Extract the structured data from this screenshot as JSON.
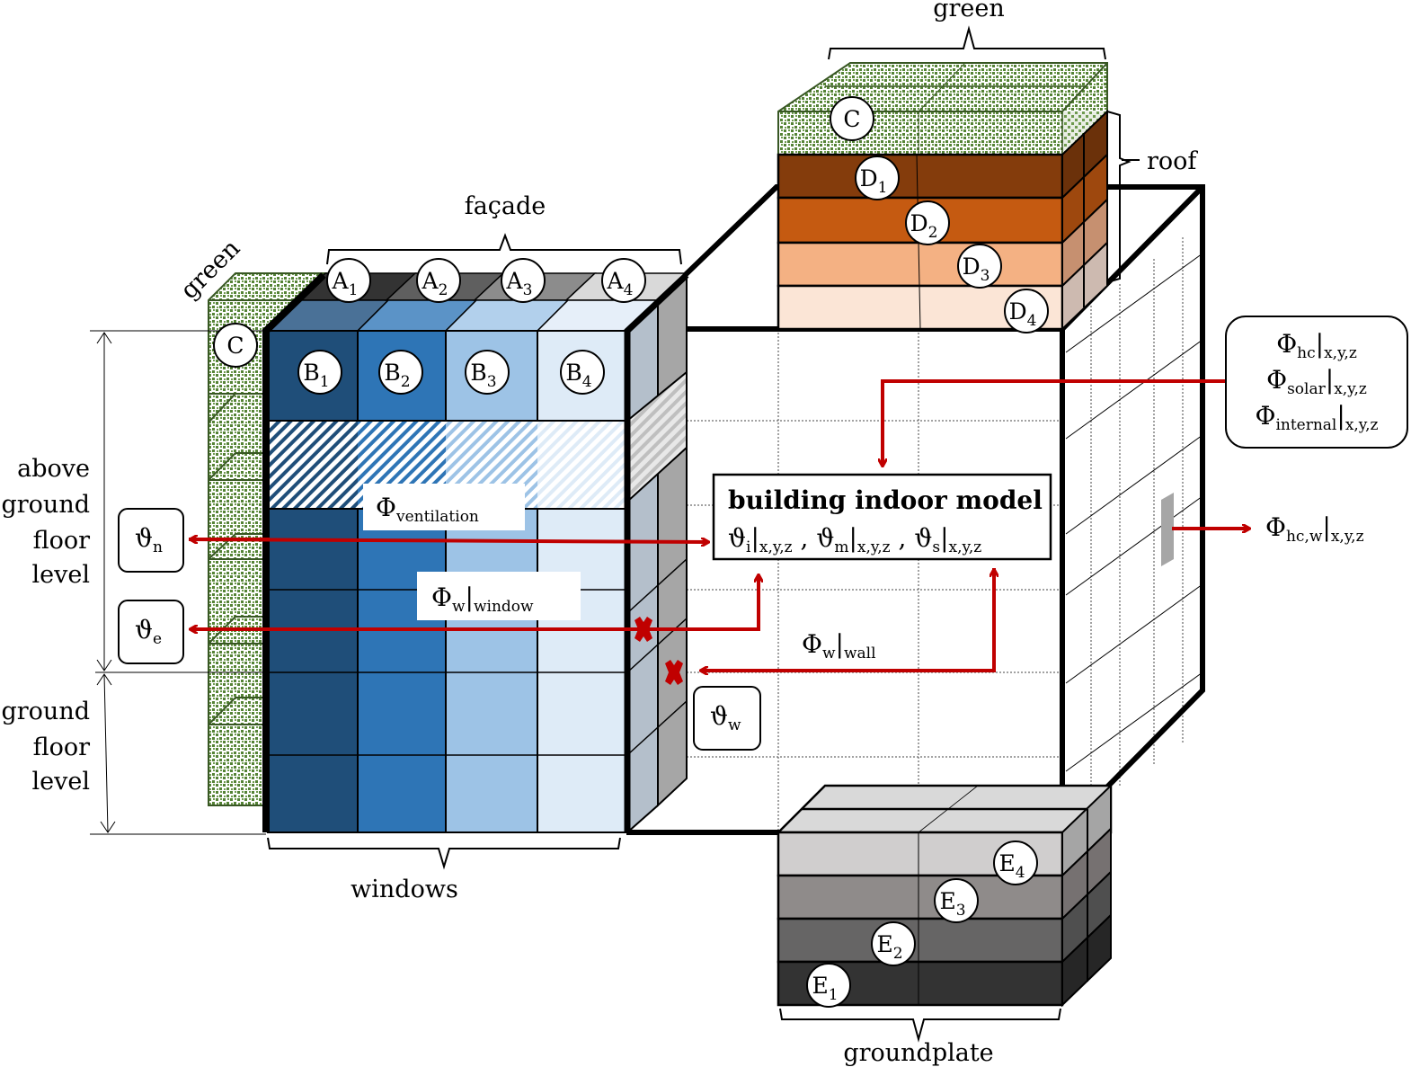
{
  "colors": {
    "green": "#548235",
    "window_b": [
      "#1f4e79",
      "#2e75b6",
      "#9dc3e6",
      "#deebf7"
    ],
    "window_b_top": [
      "#4a7197",
      "#5b93c7",
      "#b2d0ec",
      "#e6eff9"
    ],
    "facade_a": [
      "#333333",
      "#5f5f5f",
      "#8c8c8c",
      "#d9d9d9"
    ],
    "roof_d": [
      "#843c0c",
      "#c55a11",
      "#f4b183",
      "#fbe5d6"
    ],
    "roof_d_side": [
      "#6b310a",
      "#9e480e",
      "#c69070",
      "#cdbab0"
    ],
    "ground_e": [
      "#d0cece",
      "#8f8b8a",
      "#666565",
      "#333333"
    ],
    "ground_e_side": [
      "#a5a5a5",
      "#767171",
      "#4f4f4f",
      "#262626"
    ],
    "flow_arrow": "#c00000",
    "wall_gray": "#a6a6a6",
    "wall_blue_gray": "#b4bfcb"
  },
  "labels": {
    "facade": "façade",
    "green_left": "green",
    "green_top": "green",
    "roof": "roof",
    "windows": "windows",
    "groundplate": "groundplate",
    "above_ground": [
      "above",
      "ground",
      "floor",
      "level"
    ],
    "ground_floor": [
      "ground",
      "floor",
      "level"
    ]
  },
  "nodes": {
    "facade": [
      {
        "letter": "A",
        "index": "1"
      },
      {
        "letter": "A",
        "index": "2"
      },
      {
        "letter": "A",
        "index": "3"
      },
      {
        "letter": "A",
        "index": "4"
      }
    ],
    "windows": [
      {
        "letter": "B",
        "index": "1"
      },
      {
        "letter": "B",
        "index": "2"
      },
      {
        "letter": "B",
        "index": "3"
      },
      {
        "letter": "B",
        "index": "4"
      }
    ],
    "green": {
      "letter": "C"
    },
    "roof": [
      {
        "letter": "D",
        "index": "1"
      },
      {
        "letter": "D",
        "index": "2"
      },
      {
        "letter": "D",
        "index": "3"
      },
      {
        "letter": "D",
        "index": "4"
      }
    ],
    "ground": [
      {
        "letter": "E",
        "index": "1"
      },
      {
        "letter": "E",
        "index": "2"
      },
      {
        "letter": "E",
        "index": "3"
      },
      {
        "letter": "E",
        "index": "4"
      }
    ]
  },
  "model": {
    "title": "building indoor model",
    "vars": [
      {
        "sym": "ϑ",
        "sub": "i",
        "range": "x,y,z"
      },
      {
        "sym": "ϑ",
        "sub": "m",
        "range": "x,y,z"
      },
      {
        "sym": "ϑ",
        "sub": "s",
        "range": "x,y,z"
      }
    ],
    "sep": ","
  },
  "temps": {
    "n": {
      "sym": "ϑ",
      "sub": "n"
    },
    "e": {
      "sym": "ϑ",
      "sub": "e"
    },
    "w": {
      "sym": "ϑ",
      "sub": "w"
    }
  },
  "flows": {
    "ventilation": {
      "sym": "Φ",
      "sub": "ventilation"
    },
    "window": {
      "sym": "Φ",
      "sub": "w",
      "bar_sub": "window"
    },
    "wall": {
      "sym": "Φ",
      "sub": "w",
      "bar_sub": "wall"
    },
    "hcw": {
      "sym": "Φ",
      "sub": "hc,w",
      "bar_sub": "x,y,z"
    },
    "inputs": [
      {
        "sym": "Φ",
        "sub": "hc",
        "bar_sub": "x,y,z"
      },
      {
        "sym": "Φ",
        "sub": "solar",
        "bar_sub": "x,y,z"
      },
      {
        "sym": "Φ",
        "sub": "internal",
        "bar_sub": "x,y,z"
      }
    ]
  }
}
